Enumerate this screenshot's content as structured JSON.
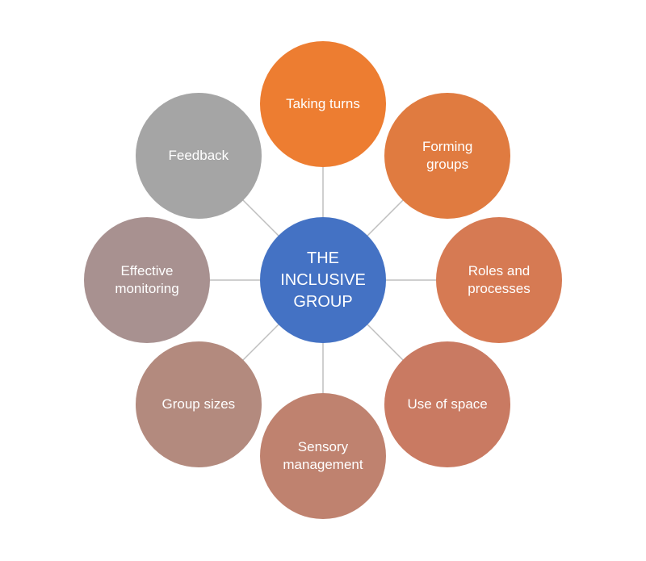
{
  "center": {
    "label": "THE\nINCLUSIVE\nGROUP",
    "color": "#4472c4"
  },
  "nodes": [
    {
      "id": "taking-turns",
      "label": "Taking turns",
      "color": "#ed7d31"
    },
    {
      "id": "forming-groups",
      "label": "Forming\ngroups",
      "color": "#e07b40"
    },
    {
      "id": "roles-and-processes",
      "label": "Roles and\nprocesses",
      "color": "#d67a53"
    },
    {
      "id": "use-of-space",
      "label": "Use of space",
      "color": "#c97a62"
    },
    {
      "id": "sensory-management",
      "label": "Sensory\nmanagement",
      "color": "#bf826f"
    },
    {
      "id": "group-sizes",
      "label": "Group sizes",
      "color": "#b38a7e"
    },
    {
      "id": "effective-monitoring",
      "label": "Effective\nmonitoring",
      "color": "#a89190"
    },
    {
      "id": "feedback",
      "label": "Feedback",
      "color": "#a5a5a5"
    }
  ],
  "connector_color": "#bfbfbf"
}
